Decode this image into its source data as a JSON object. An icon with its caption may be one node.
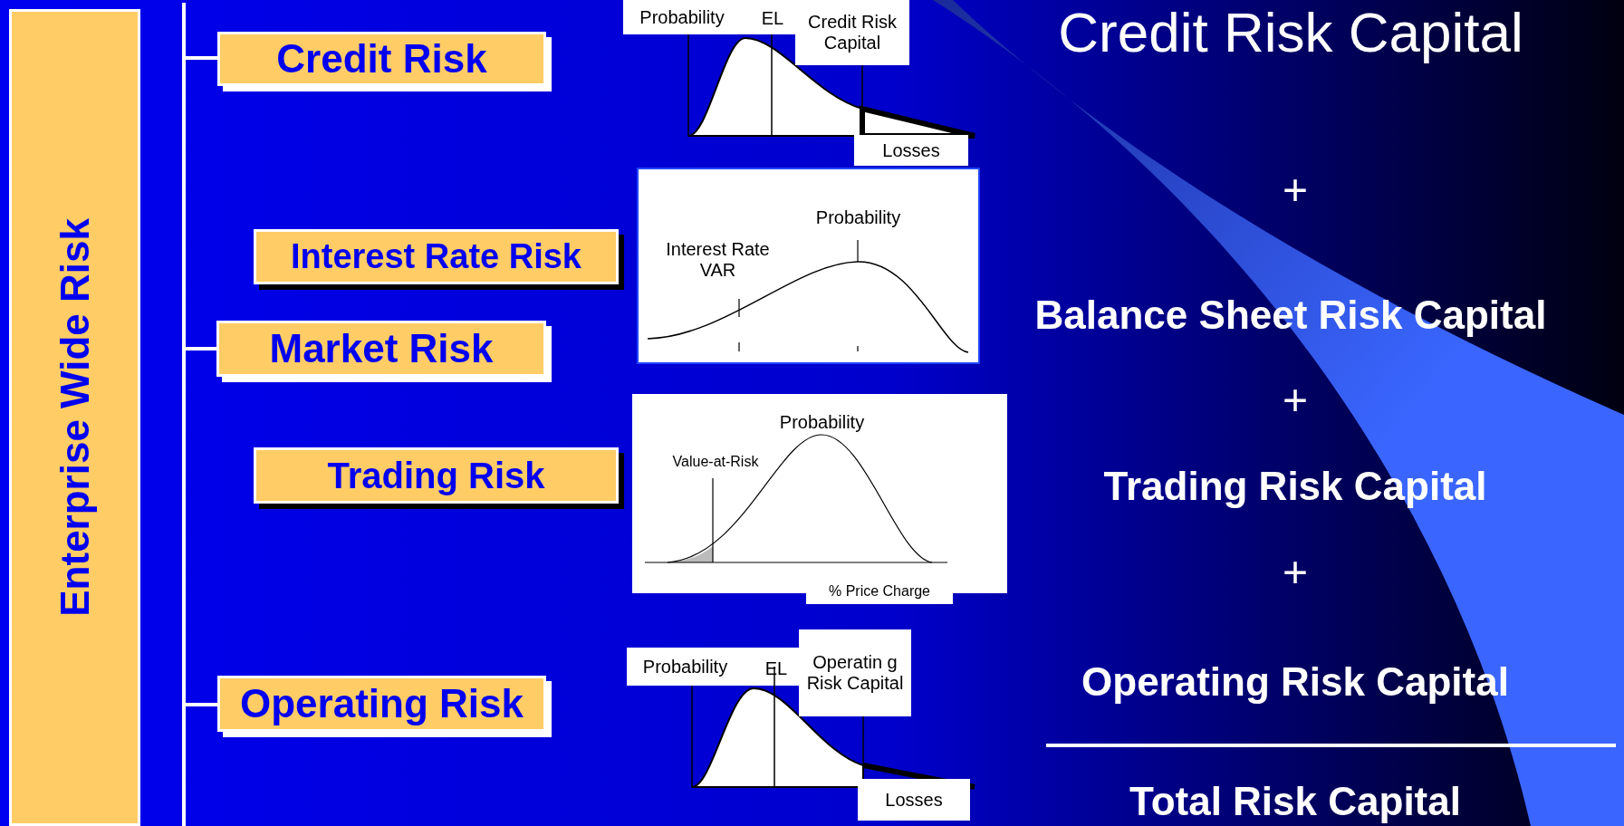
{
  "diagram": {
    "nodes": [
      {
        "text": [
          "Enterprise Wide Risk"
        ]
      },
      {
        "text": [
          "Credit Risk"
        ]
      },
      {
        "text": [
          "Interest Rate Risk"
        ]
      },
      {
        "text": [
          "Market Risk"
        ]
      },
      {
        "text": [
          "Trading Risk"
        ]
      },
      {
        "text": [
          "Operating Risk"
        ]
      }
    ],
    "edges": [
      {
        "from": 0,
        "to": 1,
        "arrow": "none"
      },
      {
        "from": 0,
        "to": 3,
        "arrow": "none"
      },
      {
        "from": 0,
        "to": 5,
        "arrow": "none"
      }
    ],
    "labels": [
      "Probability",
      "EL",
      "Credit Risk Capital",
      "Losses",
      "Credit Risk Capital",
      "+",
      "Probability",
      "Interest Rate VAR",
      "Balance Sheet Risk Capital",
      "+",
      "Probability",
      "Value-at-Risk",
      "Trading Risk Capital",
      "% Price Charge",
      "+",
      "Probability",
      "EL",
      "Operatin g Risk Capital",
      "Operating Risk Capital",
      "Losses",
      "Total Risk Capital"
    ]
  }
}
